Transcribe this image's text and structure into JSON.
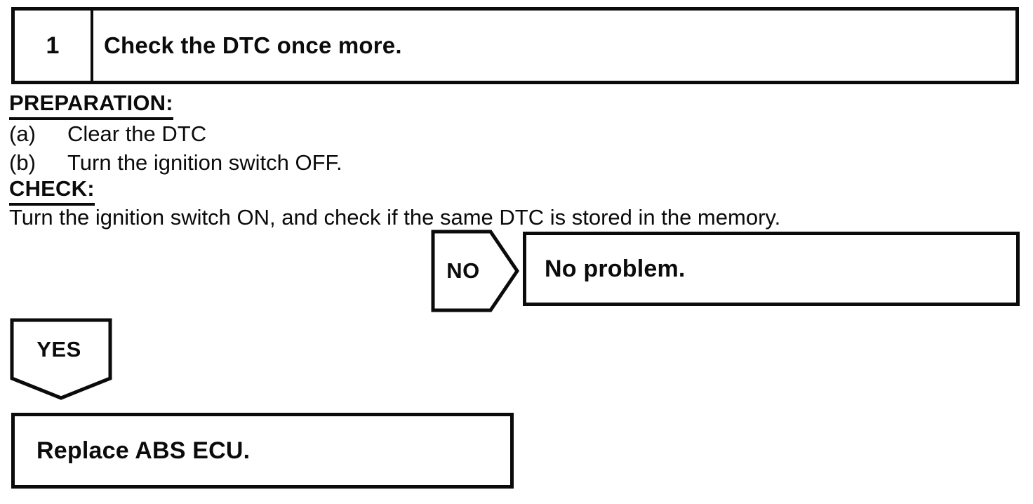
{
  "step": {
    "number": "1",
    "title": "Check the DTC once more."
  },
  "sections": {
    "preparation": {
      "heading": "PREPARATION:",
      "items": [
        {
          "label": "(a)",
          "text": "Clear the DTC"
        },
        {
          "label": "(b)",
          "text": "Turn the ignition switch OFF."
        }
      ]
    },
    "check": {
      "heading": "CHECK:",
      "text": "Turn the ignition switch ON, and check if the same DTC is stored in the memory."
    }
  },
  "flow": {
    "no_branch": {
      "connector_label": "NO",
      "result": "No problem."
    },
    "yes_branch": {
      "connector_label": "YES",
      "result": "Replace ABS ECU."
    }
  },
  "colors": {
    "ink": "#0b0b0b",
    "paper": "#ffffff"
  }
}
